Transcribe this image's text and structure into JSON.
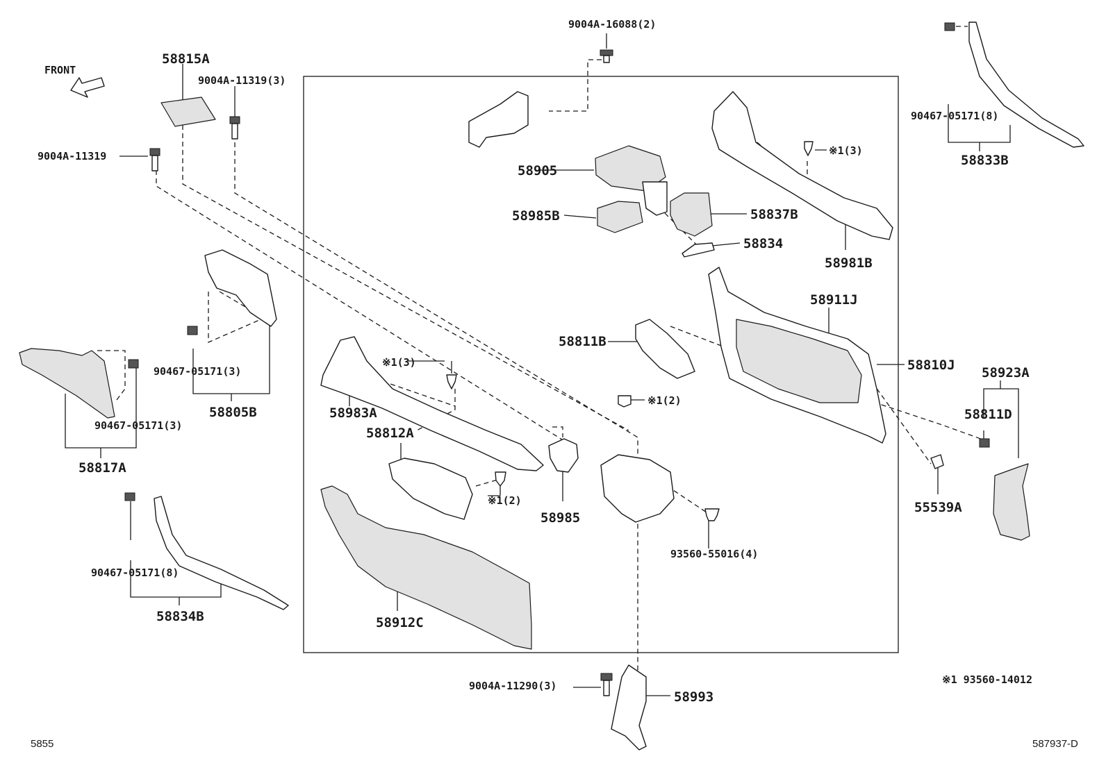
{
  "front_label": "FRONT",
  "labels": {
    "p9004A_16088": "9004A-16088(2)",
    "p58815A": "58815A",
    "p9004A_11319_3": "9004A-11319(3)",
    "p9004A_11319": "9004A-11319",
    "p90467_05171_8_top": "90467-05171(8)",
    "p58833B": "58833B",
    "p58905": "58905",
    "p58985B": "58985B",
    "p58837B": "58837B",
    "p58834": "58834",
    "p58981B": "58981B",
    "mark_top_right": "※1(3)",
    "p58911J": "58911J",
    "p58811B": "58811B",
    "p58810J": "58810J",
    "p58923A": "58923A",
    "p58811D": "58811D",
    "mark_mid": "※1(2)",
    "mark_left": "※1(3)",
    "p90467_05171_3_a": "90467-05171(3)",
    "p58805B": "58805B",
    "p90467_05171_3_b": "90467-05171(3)",
    "p58817A": "58817A",
    "p58983A": "58983A",
    "p58812A": "58812A",
    "mark_low": "※1(2)",
    "p58985": "58985",
    "p55539A": "55539A",
    "p93560_55016": "93560-55016(4)",
    "p90467_05171_8_low": "90467-05171(8)",
    "p58834B": "58834B",
    "p58912C": "58912C",
    "p9004A_11290": "9004A-11290(3)",
    "p58993": "58993",
    "note": "※1  93560-14012"
  },
  "footer": {
    "left_code": "5855",
    "right_code": "587937-D"
  }
}
